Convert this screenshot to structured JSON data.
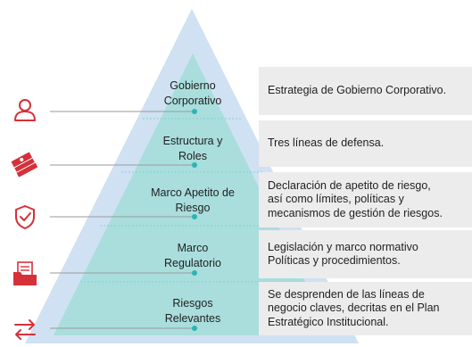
{
  "colors": {
    "pyramid_outer": "#cfe1f2",
    "pyramid_inner": "#a9dedd",
    "accent": "#2bb5b2",
    "icon_red": "#d6303a",
    "box_bg": "#ececec",
    "connector": "#9a9a9a"
  },
  "tiers": [
    {
      "label": "Gobierno\nCorporativo",
      "description": "Estrategia de Gobierno Corporativo.",
      "icon": "person-icon"
    },
    {
      "label": "Estructura y\nRoles",
      "description": "Tres líneas de defensa.",
      "icon": "money-stack-icon"
    },
    {
      "label": "Marco Apetito de\nRiesgo",
      "description": "Declaración de apetito de riesgo,\nasí como límites, políticas y\nmecanismos de gestión de riesgos.",
      "icon": "shield-check-icon"
    },
    {
      "label": "Marco\nRegulatorio",
      "description": "Legislación y marco normativo\nPolíticas y procedimientos.",
      "icon": "folder-document-icon"
    },
    {
      "label": "Riesgos\nRelevantes",
      "description": "Se desprenden de las líneas de\nnegocio claves, decritas en el Plan\nEstratégico Institucional.",
      "icon": "exchange-arrows-icon"
    }
  ]
}
